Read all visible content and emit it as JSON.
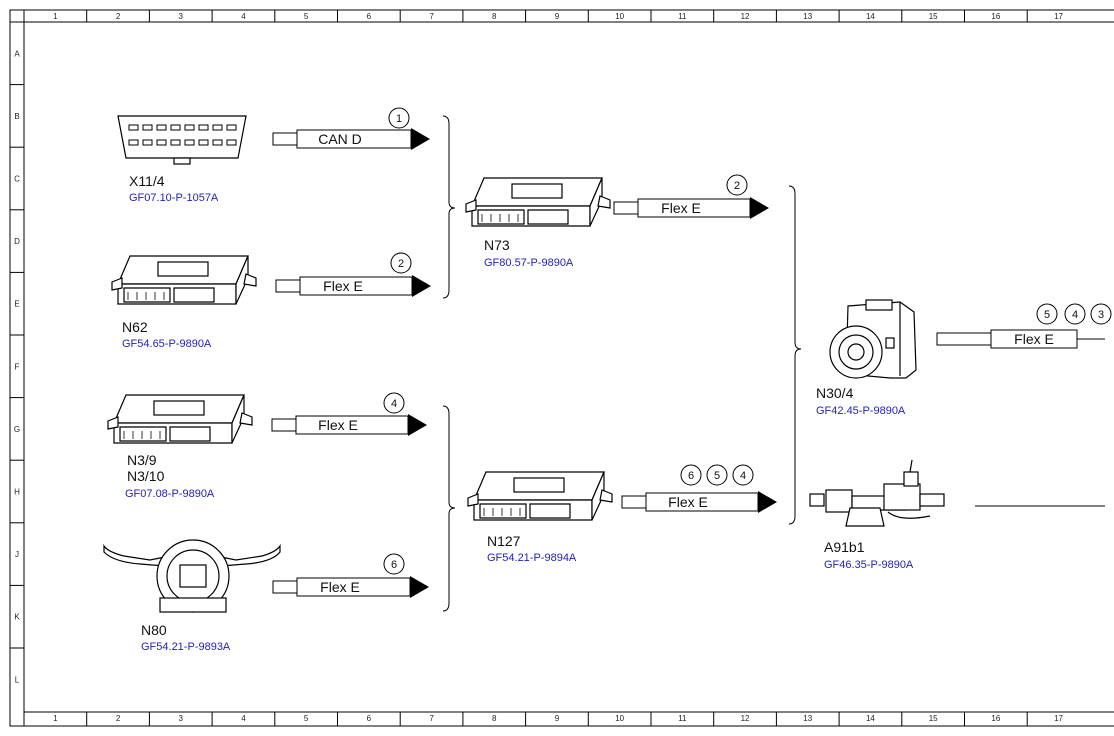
{
  "grid": {
    "columns": [
      "1",
      "2",
      "3",
      "4",
      "5",
      "6",
      "7",
      "8",
      "9",
      "10",
      "11",
      "12",
      "13",
      "14",
      "15",
      "16",
      "17"
    ],
    "rows": [
      "A",
      "B",
      "C",
      "D",
      "E",
      "F",
      "G",
      "H",
      "J",
      "K",
      "L"
    ]
  },
  "components": [
    {
      "id": "x11-4",
      "label": "X11/4",
      "ref": "GF07.10-P-1057A"
    },
    {
      "id": "n62",
      "label": "N62",
      "ref": "GF54.65-P-9890A"
    },
    {
      "id": "n3-9",
      "label": "N3/9",
      "label2": "N3/10",
      "ref": "GF07.08-P-9890A"
    },
    {
      "id": "n80",
      "label": "N80",
      "ref": "GF54.21-P-9893A"
    },
    {
      "id": "n73",
      "label": "N73",
      "ref": "GF80.57-P-9890A"
    },
    {
      "id": "n127",
      "label": "N127",
      "ref": "GF54.21-P-9894A"
    },
    {
      "id": "n30-4",
      "label": "N30/4",
      "ref": "GF42.45-P-9890A"
    },
    {
      "id": "a91b1",
      "label": "A91b1",
      "ref": "GF46.35-P-9890A"
    }
  ],
  "connections": [
    {
      "id": "x11-4-bus",
      "bus": "CAN D",
      "numbers": [
        "1"
      ]
    },
    {
      "id": "n62-bus",
      "bus": "Flex E",
      "numbers": [
        "2"
      ]
    },
    {
      "id": "n3-9-bus",
      "bus": "Flex E",
      "numbers": [
        "4"
      ]
    },
    {
      "id": "n80-bus",
      "bus": "Flex E",
      "numbers": [
        "6"
      ]
    },
    {
      "id": "n73-bus",
      "bus": "Flex E",
      "numbers": [
        "2"
      ]
    },
    {
      "id": "n127-bus",
      "bus": "Flex E",
      "numbers": [
        "6",
        "5",
        "4"
      ]
    },
    {
      "id": "n30-4-bus",
      "bus": "Flex E",
      "numbers": [
        "5",
        "4",
        "3"
      ]
    }
  ]
}
